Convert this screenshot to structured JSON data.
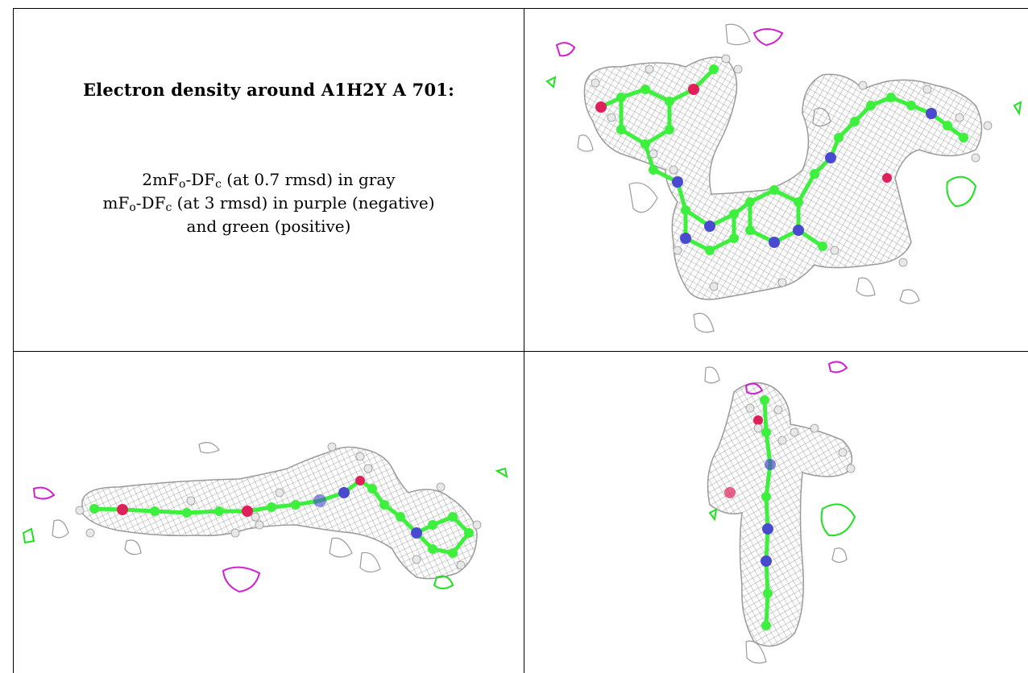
{
  "title": "Electron density around A1H2Y A 701:",
  "legend": {
    "line1": {
      "pre": "2mF",
      "sub1": "o",
      "mid": "-DF",
      "sub2": "c",
      "post": " (at 0.7 rmsd) in gray"
    },
    "line2": {
      "pre": "mF",
      "sub1": "o",
      "mid": "-DF",
      "sub2": "c",
      "post": " (at 3 rmsd) in purple (negative)"
    },
    "line3": "and green (positive)"
  },
  "colors": {
    "mesh": "#8a8a8a",
    "carbon": "#3ef03e",
    "nitrogen": "#4a4ad0",
    "oxygen": "#e0205a",
    "hydrogen": "#e8e8e8",
    "negative_density": "#d020d0",
    "positive_density": "#20e020"
  },
  "views": [
    "view-front",
    "view-side",
    "view-end-on"
  ]
}
